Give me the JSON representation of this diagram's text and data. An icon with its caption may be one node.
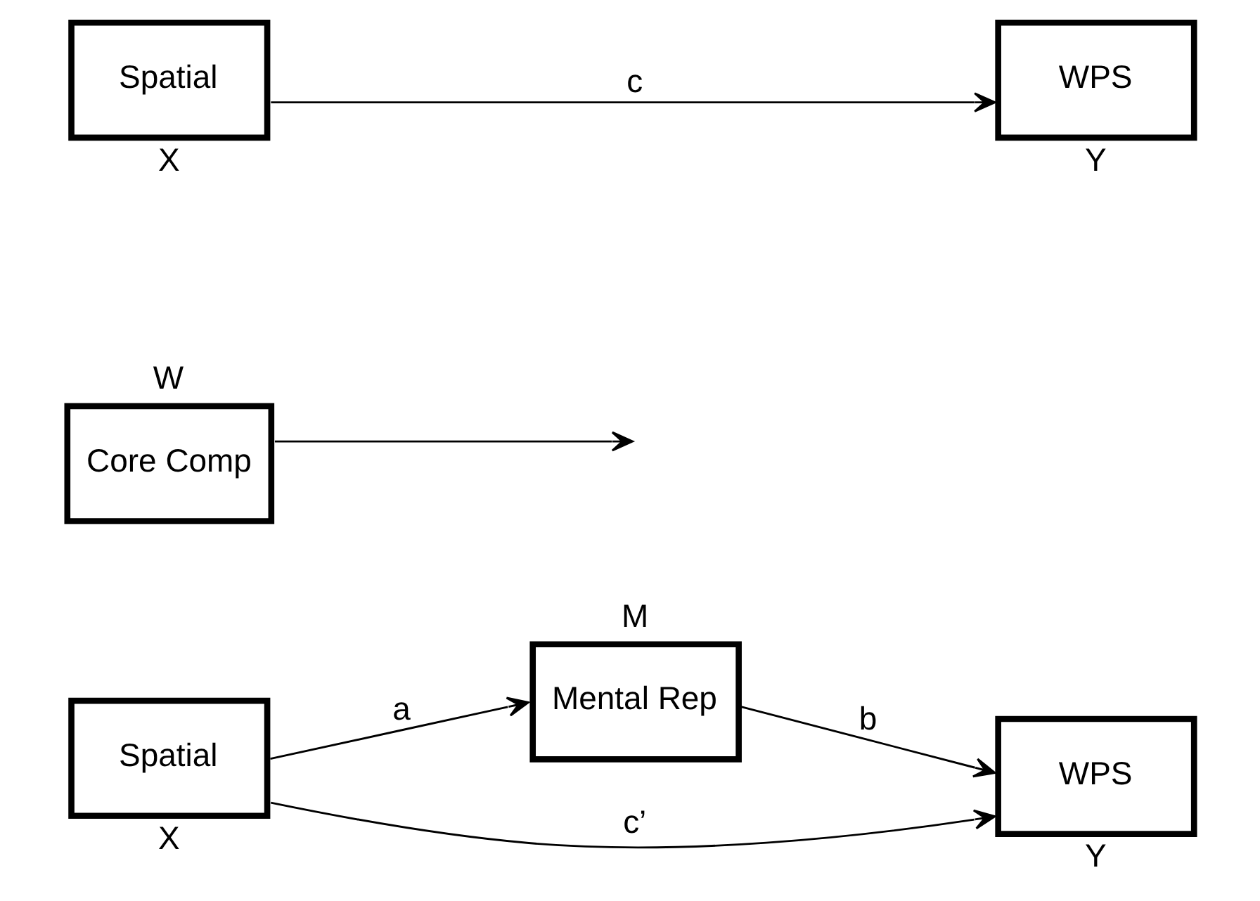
{
  "diagram": {
    "nodes": [
      {
        "text": [
          "Spatial"
        ],
        "beside": [
          "X"
        ]
      },
      {
        "text": [
          "WPS"
        ],
        "beside": [
          "Y"
        ]
      },
      {
        "text": [
          "Core Comp"
        ],
        "beside": [
          "W"
        ]
      },
      {
        "text": [
          "Mental Rep"
        ],
        "beside": [
          "M"
        ]
      },
      {
        "text": [
          "Spatial"
        ],
        "beside": [
          "X"
        ]
      },
      {
        "text": [
          "WPS"
        ],
        "beside": [
          "Y"
        ]
      }
    ],
    "edges": [
      {
        "from": 0,
        "to": 1,
        "arrow": "to",
        "label": "c"
      },
      {
        "from": 4,
        "to": 3,
        "arrow": "to",
        "label": "a"
      },
      {
        "from": 3,
        "to": 5,
        "arrow": "to",
        "label": "b"
      },
      {
        "from": 4,
        "to": 5,
        "arrow": "to",
        "label": "c’"
      },
      {
        "from": 2,
        "to": null,
        "arrow": "to"
      }
    ]
  }
}
